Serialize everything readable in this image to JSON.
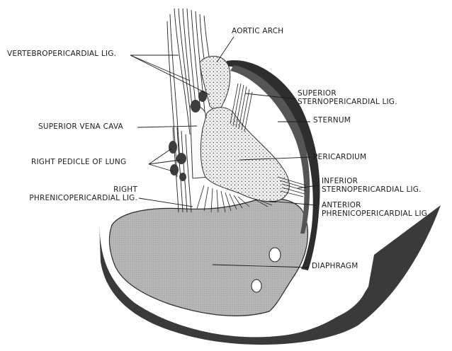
{
  "labels": {
    "aortic_arch": "AORTIC ARCH",
    "vertebropericardial": "VERTEBROPERICARDIAL LIG.",
    "superior_sterno_line1": "SUPERIOR",
    "superior_sterno_line2": "STERNOPERICARDIAL LIG.",
    "sternum": "STERNUM",
    "superior_vena_cava": "SUPERIOR VENA CAVA",
    "right_pedicle": "RIGHT PEDICLE OF LUNG",
    "pericardium": "PERICARDIUM",
    "inferior_sterno_line1": "INFERIOR",
    "inferior_sterno_line2": "STERNOPERICARDIAL LIG.",
    "right_phrenico_line1": "RIGHT",
    "right_phrenico_line2": "PHRENICOPERICARDIAL LIG.",
    "anterior_phrenico_line1": "ANTERIOR",
    "anterior_phrenico_line2": "PHRENICOPERICARDIAL LIG.",
    "diaphragm": "DIAPHRAGM"
  },
  "colors": {
    "ink": "#1c1c1c",
    "dark_band": "#3a3a3a",
    "diaphragm_fill": "#b4b4b4",
    "paper": "#ffffff"
  }
}
